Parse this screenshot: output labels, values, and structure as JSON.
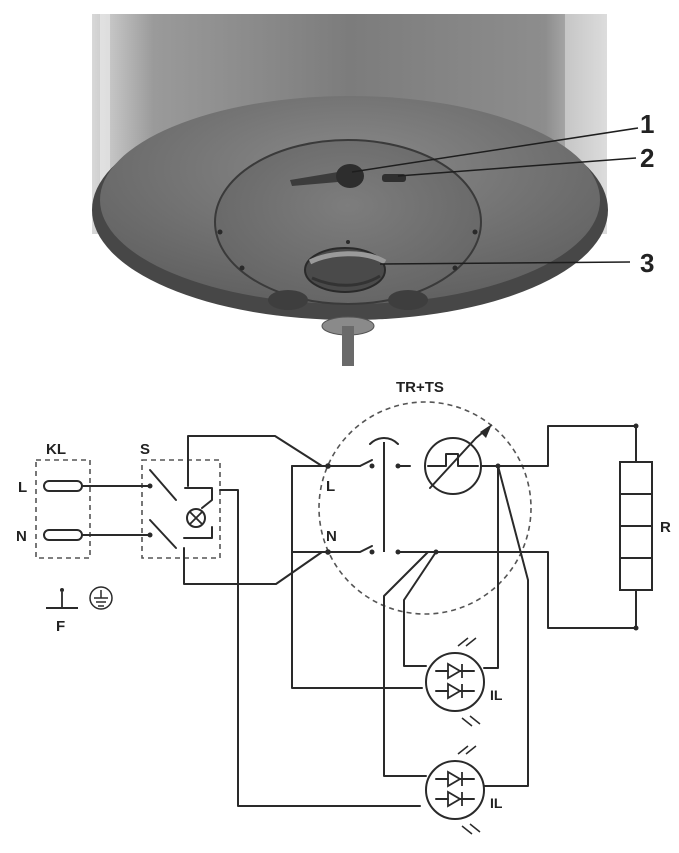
{
  "heater": {
    "callouts": [
      {
        "id": "1",
        "label": "1"
      },
      {
        "id": "2",
        "label": "2"
      },
      {
        "id": "3",
        "label": "3"
      }
    ]
  },
  "schematic": {
    "thermostat_label": "TR+TS",
    "terminal_block_label": "KL",
    "switch_label": "S",
    "line_label": "L",
    "neutral_label": "N",
    "inner_line_label": "L",
    "inner_neutral_label": "N",
    "heater_label": "R",
    "ground_label": "F",
    "indicator_label_1": "IL",
    "indicator_label_2": "IL"
  }
}
